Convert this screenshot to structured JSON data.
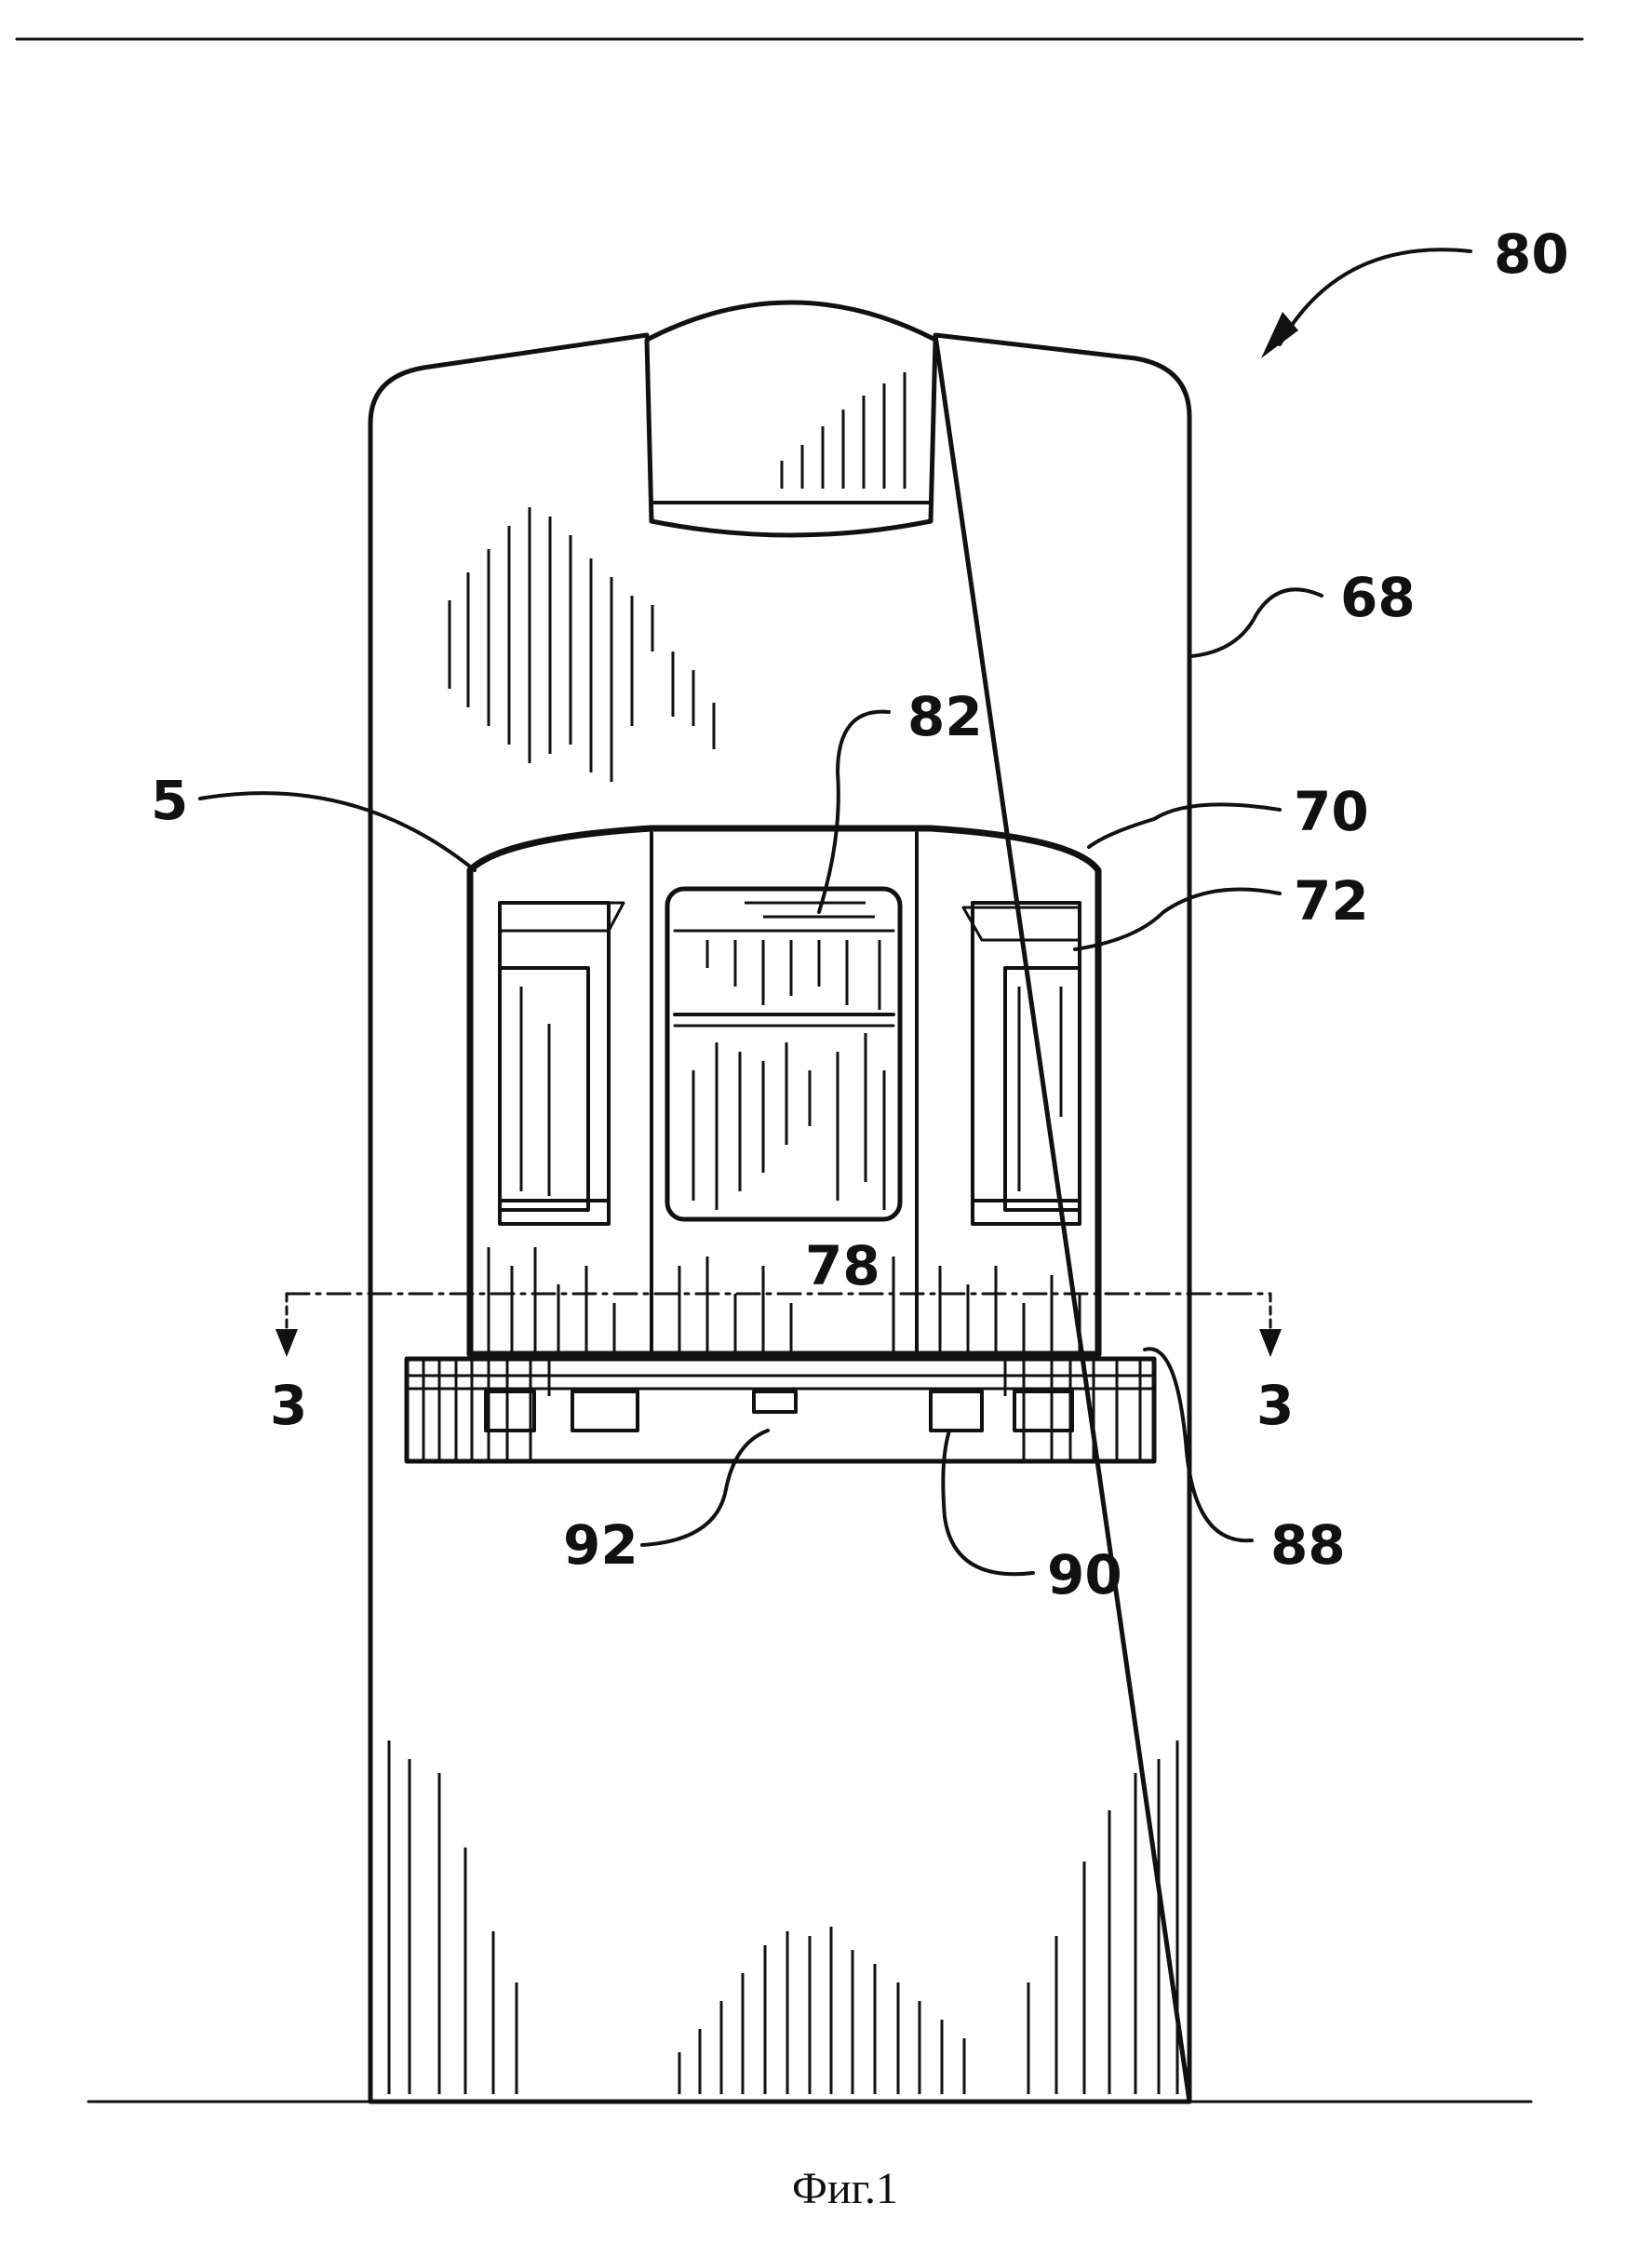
{
  "figure": {
    "caption": "Фиг.1"
  },
  "labels": {
    "ref_80": "80",
    "ref_68": "68",
    "ref_82": "82",
    "ref_5": "5",
    "ref_70": "70",
    "ref_72": "72",
    "ref_78": "78",
    "ref_3_left": "3",
    "ref_3_right": "3",
    "ref_92": "92",
    "ref_90": "90",
    "ref_88": "88"
  },
  "colors": {
    "ink": "#111111",
    "paper": "#ffffff"
  }
}
